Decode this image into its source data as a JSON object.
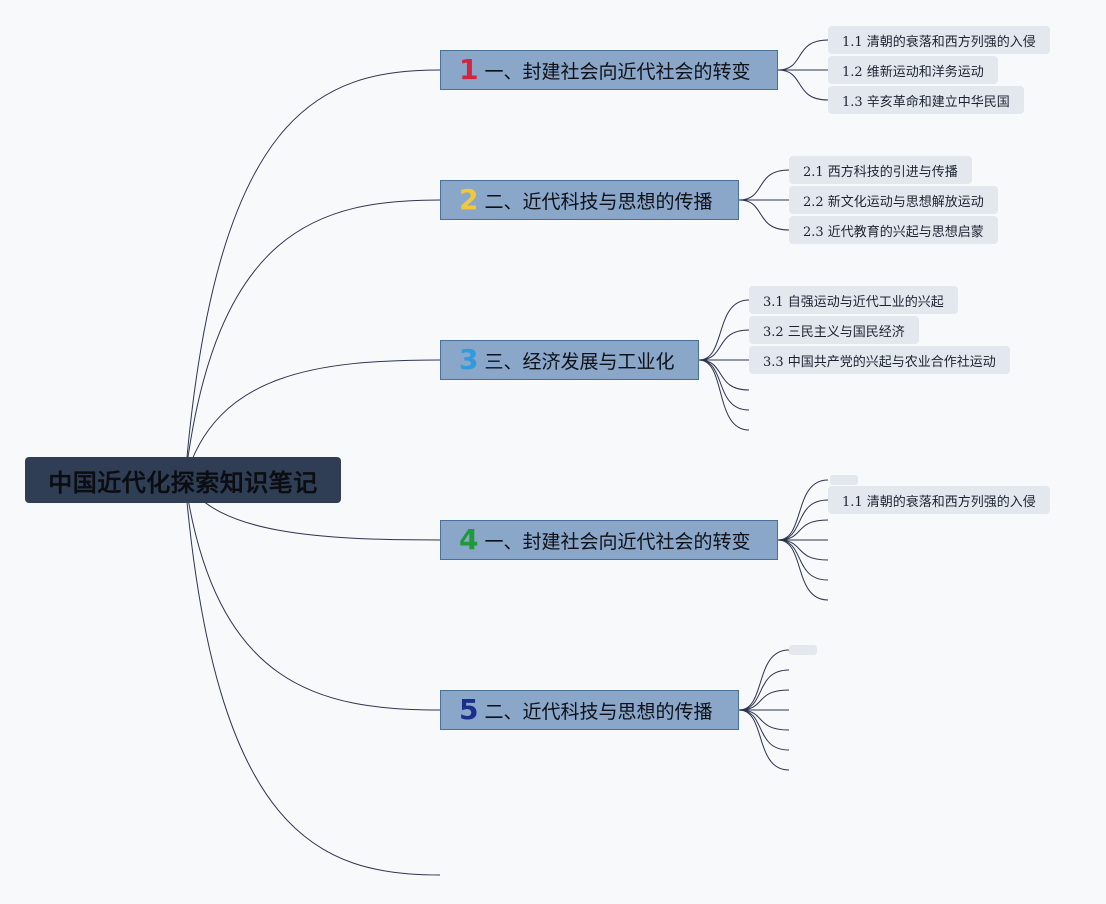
{
  "root": {
    "label": "中国近代化探索知识笔记"
  },
  "colors": {
    "root_bg": "#2f3e55",
    "branch_bg": "#8aa6c9",
    "leaf_bg": "#e3e8ef",
    "line": "#2c3550"
  },
  "branches": [
    {
      "number": "1",
      "number_color": "#d1263f",
      "title": "一、封建社会向近代社会的转变",
      "leaves": [
        "1.1 清朝的衰落和西方列强的入侵",
        "1.2 维新运动和洋务运动",
        "1.3 辛亥革命和建立中华民国"
      ]
    },
    {
      "number": "2",
      "number_color": "#f0c93a",
      "title": "二、近代科技与思想的传播",
      "leaves": [
        "2.1 西方科技的引进与传播",
        "2.2 新文化运动与思想解放运动",
        "2.3 近代教育的兴起与思想启蒙"
      ]
    },
    {
      "number": "3",
      "number_color": "#2f9be0",
      "title": "三、经济发展与工业化",
      "leaves": [
        "3.1 自强运动与近代工业的兴起",
        "3.2 三民主义与国民经济",
        "3.3 中国共产党的兴起与农业合作社运动"
      ]
    },
    {
      "number": "4",
      "number_color": "#1f9a3a",
      "title": "一、封建社会向近代社会的转变",
      "leaves": [
        "1.1 清朝的衰落和西方列强的入侵"
      ]
    },
    {
      "number": "5",
      "number_color": "#1a2f8a",
      "title": "二、近代科技与思想的传播",
      "leaves": []
    }
  ]
}
